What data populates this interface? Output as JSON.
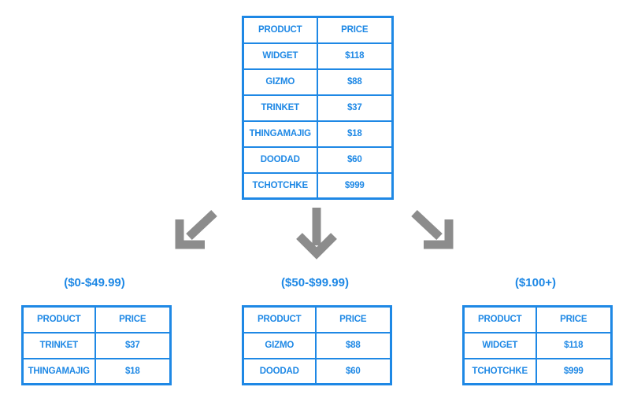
{
  "colors": {
    "accent": "#1e88e5",
    "arrow": "#8c8c8c",
    "background": "#ffffff"
  },
  "main_table": {
    "headers": [
      "PRODUCT",
      "PRICE"
    ],
    "rows": [
      [
        "WIDGET",
        "$118"
      ],
      [
        "GIZMO",
        "$88"
      ],
      [
        "TRINKET",
        "$37"
      ],
      [
        "THINGAMAJIG",
        "$18"
      ],
      [
        "DOODAD",
        "$60"
      ],
      [
        "TCHOTCHKE",
        "$999"
      ]
    ]
  },
  "arrows": [
    "arrow-down-left-icon",
    "arrow-down-icon",
    "arrow-down-right-icon"
  ],
  "groups": [
    {
      "title": "($0-$49.99)",
      "headers": [
        "PRODUCT",
        "PRICE"
      ],
      "rows": [
        [
          "TRINKET",
          "$37"
        ],
        [
          "THINGAMAJIG",
          "$18"
        ]
      ]
    },
    {
      "title": "($50-$99.99)",
      "headers": [
        "PRODUCT",
        "PRICE"
      ],
      "rows": [
        [
          "GIZMO",
          "$88"
        ],
        [
          "DOODAD",
          "$60"
        ]
      ]
    },
    {
      "title": "($100+)",
      "headers": [
        "PRODUCT",
        "PRICE"
      ],
      "rows": [
        [
          "WIDGET",
          "$118"
        ],
        [
          "TCHOTCHKE",
          "$999"
        ]
      ]
    }
  ]
}
